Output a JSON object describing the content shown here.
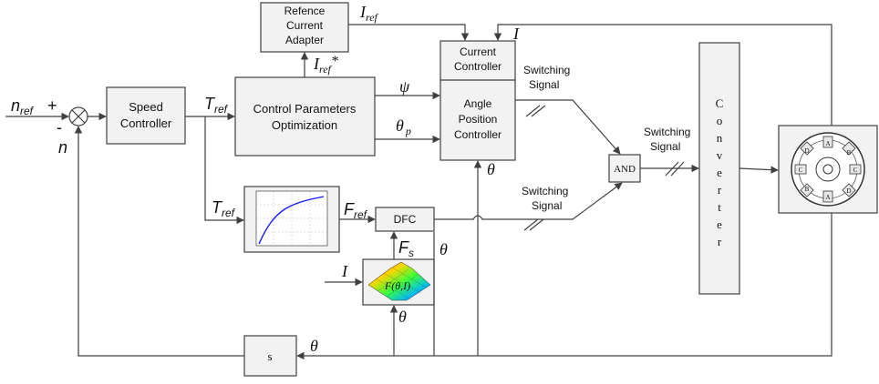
{
  "blocks": {
    "reference_adapter": [
      "Refence",
      "Current",
      "Adapter"
    ],
    "speed_controller": [
      "Speed",
      "Controller"
    ],
    "control_parameters": [
      "Control Parameters",
      "Optimization"
    ],
    "current_controller": [
      "Current",
      "Controller"
    ],
    "angle_controller": [
      "Angle",
      "Position",
      "Controller"
    ],
    "and_gate": "AND",
    "converter": [
      "C",
      "o",
      "n",
      "v",
      "e",
      "r",
      "t",
      "e",
      "r"
    ],
    "dfc": "DFC",
    "s_block": "s",
    "surface_label": "F(θ,I)"
  },
  "signals": {
    "switching_signal": [
      "Switching",
      "Signal"
    ],
    "n_ref": "n",
    "n_ref_sub": "ref",
    "plus": "+",
    "minus": "-",
    "n": "n",
    "t_ref": "T",
    "ref_sub": "ref",
    "i_ref": "I",
    "i_ref_star": "*",
    "psi": "ψ",
    "theta": "θ",
    "theta_p_sub": "p",
    "f_ref": "F",
    "f_s": "F",
    "s_sub": "s",
    "i": "I"
  },
  "motor": {
    "pole_labels": [
      "A",
      "B",
      "C",
      "A",
      "B",
      "C",
      "D",
      "D"
    ]
  },
  "colors": {
    "block_fill": "#f2f2f2",
    "line": "#404040",
    "curve": "#1a1aff"
  }
}
